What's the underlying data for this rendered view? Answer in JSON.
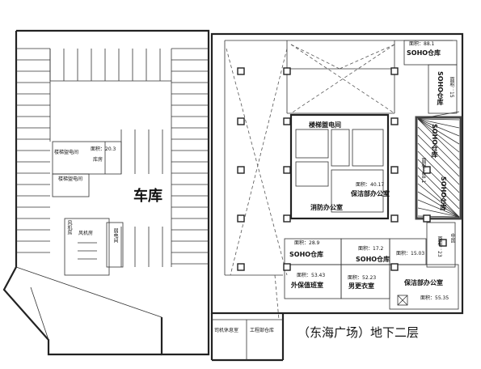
{
  "garage": {
    "title": "车库"
  },
  "caption": "（东海广场）地下二层",
  "rooms": {
    "stairwell_1": "楼梯盥电间",
    "stairwell_1_area": "面积：20.3",
    "kitchen": "库房",
    "stairwell_2": "楼梯盥电间",
    "fan_room_1": "风机房",
    "fan_room_2": "风机房",
    "weak_room": "弱电间",
    "top_storage": "SOHO仓库",
    "top_storage_area": "面积：88.1",
    "right_storage_top": "SOHO仓库",
    "right_storage_top_area": "面积：15",
    "right_storage_hatched_1": "SOHO仓库",
    "right_storage_hatched_2": "SOHO仓库",
    "right_storage_area": "面积：88.1",
    "core_top": "楼梯盥电间",
    "security_office": "保洁部办公室",
    "security_office_area": "面积：40.17",
    "police_office": "消防办公室",
    "mid_storage_a": "SOHO仓库",
    "mid_storage_a_area": "面积：28.9",
    "mid_storage_b": "SOHO仓库",
    "mid_storage_b_area": "面积：17.2",
    "mid_storage_c_area": "面积：15.03",
    "outsourced_room": "外保值班室",
    "outsourced_room_area": "面积：53.43",
    "mens_locker": "男更衣室",
    "mens_locker_area": "面积：52.23",
    "cleaning_office": "保洁部办公室",
    "cleaning_office_area": "面积：55.35",
    "right_side_label": "中国",
    "right_side_area": "面积：23",
    "driver_room": "司机休息室",
    "engineering_storage": "工程部仓库"
  }
}
